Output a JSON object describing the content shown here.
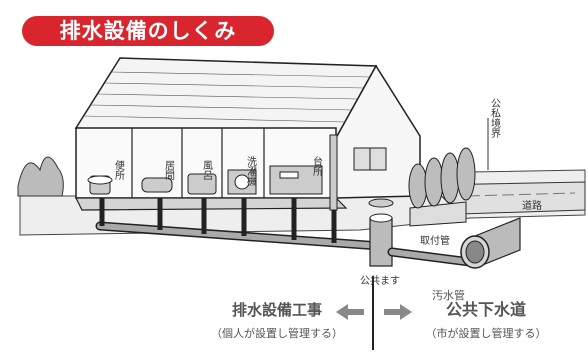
{
  "title": "排水設備のしくみ",
  "rooms": {
    "toilet": "便所",
    "living": "居間",
    "bath": "風呂",
    "laundry": "洗濯機",
    "kitchen": "台所"
  },
  "labels": {
    "boundary": "公私境界",
    "road": "道路",
    "connection_pipe": "取付管",
    "public_basin": "公共ます",
    "sewage_pipe": "汚水管"
  },
  "legend": {
    "left_title": "排水設備工事",
    "left_sub": "（個人が設置し管理する）",
    "right_title": "公共下水道",
    "right_sub": "（市が設置し管理する）"
  },
  "colors": {
    "title_bg": "#d9262e",
    "title_text": "#ffffff",
    "legend_text": "#555555",
    "line": "#333333"
  }
}
